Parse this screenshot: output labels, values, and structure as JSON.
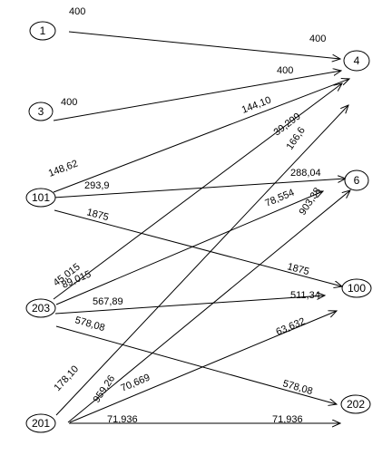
{
  "diagram": {
    "nodes": [
      {
        "id": "n1",
        "label": "1"
      },
      {
        "id": "n3",
        "label": "3"
      },
      {
        "id": "n101",
        "label": "101"
      },
      {
        "id": "n203",
        "label": "203"
      },
      {
        "id": "n201",
        "label": "201"
      },
      {
        "id": "n4",
        "label": "4"
      },
      {
        "id": "n6",
        "label": "6"
      },
      {
        "id": "n100",
        "label": "100"
      },
      {
        "id": "n202",
        "label": "202"
      }
    ],
    "edge_labels": [
      {
        "id": "e1_4",
        "text": "400"
      },
      {
        "id": "e1_4_top",
        "text": "400"
      },
      {
        "id": "e3_4",
        "text": "400"
      },
      {
        "id": "e3_4_end",
        "text": "400"
      },
      {
        "id": "e101_4",
        "text": "148,62"
      },
      {
        "id": "e101_4_end",
        "text": "144,10"
      },
      {
        "id": "e101_6",
        "text": "293,9"
      },
      {
        "id": "e101_6_end",
        "text": "288,04"
      },
      {
        "id": "e101_100",
        "text": "1875"
      },
      {
        "id": "e101_100_end",
        "text": "1875"
      },
      {
        "id": "e203_4",
        "text": "45,015"
      },
      {
        "id": "e203_4_end",
        "text": "39,299"
      },
      {
        "id": "e203_6",
        "text": "89,015"
      },
      {
        "id": "e203_6_end",
        "text": "78,554"
      },
      {
        "id": "e203_100",
        "text": "567,89"
      },
      {
        "id": "e203_100_end",
        "text": "511,34"
      },
      {
        "id": "e203_202",
        "text": "578,08"
      },
      {
        "id": "e203_202_end",
        "text": "578,08"
      },
      {
        "id": "e201_4",
        "text": "178,10"
      },
      {
        "id": "e201_4_end",
        "text": "166,6"
      },
      {
        "id": "e201_6",
        "text": "959,26"
      },
      {
        "id": "e201_6_end",
        "text": "903,38"
      },
      {
        "id": "e201_100",
        "text": "70,669"
      },
      {
        "id": "e201_100_end",
        "text": "63,632"
      },
      {
        "id": "e201_202",
        "text": "71,936"
      },
      {
        "id": "e201_202_end",
        "text": "71,936"
      }
    ]
  }
}
